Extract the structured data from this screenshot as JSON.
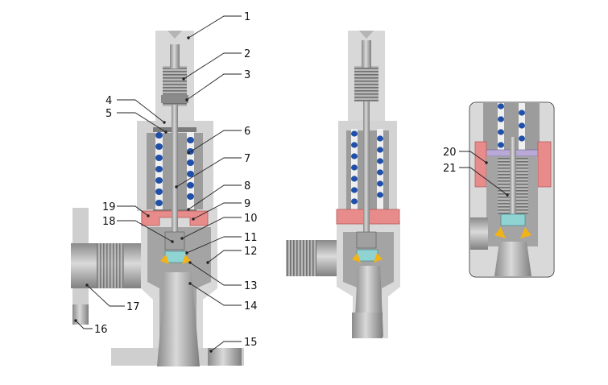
{
  "callouts": [
    {
      "id": "c1",
      "text": "1"
    },
    {
      "id": "c2",
      "text": "2"
    },
    {
      "id": "c3",
      "text": "3"
    },
    {
      "id": "c4",
      "text": "4"
    },
    {
      "id": "c5",
      "text": "5"
    },
    {
      "id": "c6",
      "text": "6"
    },
    {
      "id": "c7",
      "text": "7"
    },
    {
      "id": "c8",
      "text": "8"
    },
    {
      "id": "c9",
      "text": "9"
    },
    {
      "id": "c10",
      "text": "10"
    },
    {
      "id": "c11",
      "text": "11"
    },
    {
      "id": "c12",
      "text": "12"
    },
    {
      "id": "c13",
      "text": "13"
    },
    {
      "id": "c14",
      "text": "14"
    },
    {
      "id": "c15",
      "text": "15"
    },
    {
      "id": "c16",
      "text": "16"
    },
    {
      "id": "c17",
      "text": "17"
    },
    {
      "id": "c18",
      "text": "18"
    },
    {
      "id": "c19",
      "text": "19"
    },
    {
      "id": "c20",
      "text": "20"
    },
    {
      "id": "c21",
      "text": "21"
    }
  ],
  "colors": {
    "body": "#d8d8d8",
    "metal": "#a9a9a9",
    "shadow": "#8e8e8e",
    "spring_coil": "#1f4fa8",
    "bonnet_ring": "#e88b8b",
    "disc": "#8fd3d3",
    "seal": "#f2b317",
    "lilac": "#b9a9d6"
  }
}
